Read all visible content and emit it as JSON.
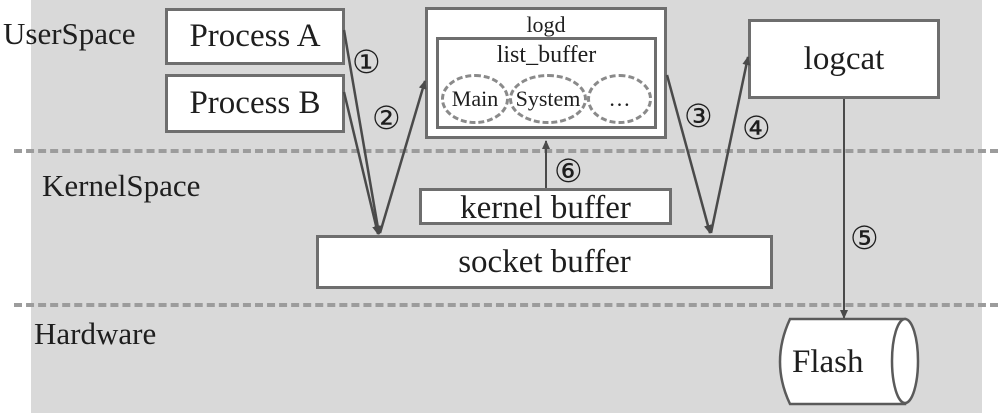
{
  "zones": {
    "user": "UserSpace",
    "kernel": "KernelSpace",
    "hardware": "Hardware"
  },
  "boxes": {
    "process_a": "Process A",
    "process_b": "Process B",
    "logd": "logd",
    "list_buffer": "list_buffer",
    "logcat": "logcat",
    "kernel_buffer": "kernel buffer",
    "socket_buffer": "socket buffer",
    "flash": "Flash"
  },
  "buffers": [
    {
      "label": "Main"
    },
    {
      "label": "System"
    },
    {
      "label": "…"
    }
  ],
  "steps": [
    "①",
    "②",
    "③",
    "④",
    "⑤",
    "⑥"
  ]
}
